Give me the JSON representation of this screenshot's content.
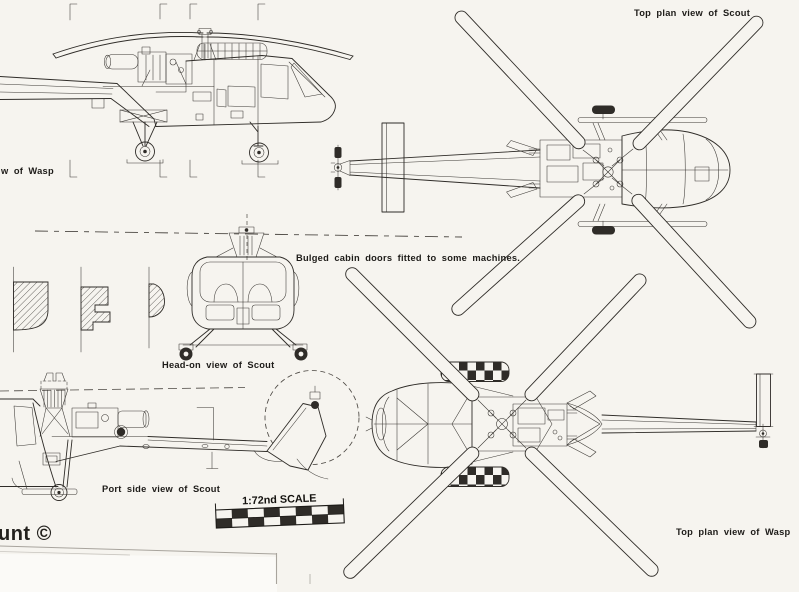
{
  "palette": {
    "paper": "#f6f4ef",
    "paper_below_edge": "#fbfaf7",
    "ink": "#2f2c28",
    "dash_ink": "#4c4843",
    "edge_line": "#a8a49d"
  },
  "drawing": {
    "subject": "Westland Scout and Wasp helicopter scale drawings",
    "labels": {
      "scout_top_plan": "Top plan view of Scout",
      "wasp_side_clipped": "w of Wasp",
      "bulged_doors_note": "Bulged cabin doors fitted to some machines.",
      "scout_head_on": "Head-on view of Scout",
      "scout_port_side": "Port side view of Scout",
      "scale": "1:72nd SCALE",
      "wasp_top_plan": "Top plan view of Wasp",
      "credit_clipped": "unt ©"
    },
    "scale_bar": {
      "label": "1:72nd SCALE",
      "rows": 2,
      "cells_per_row": 8
    }
  }
}
